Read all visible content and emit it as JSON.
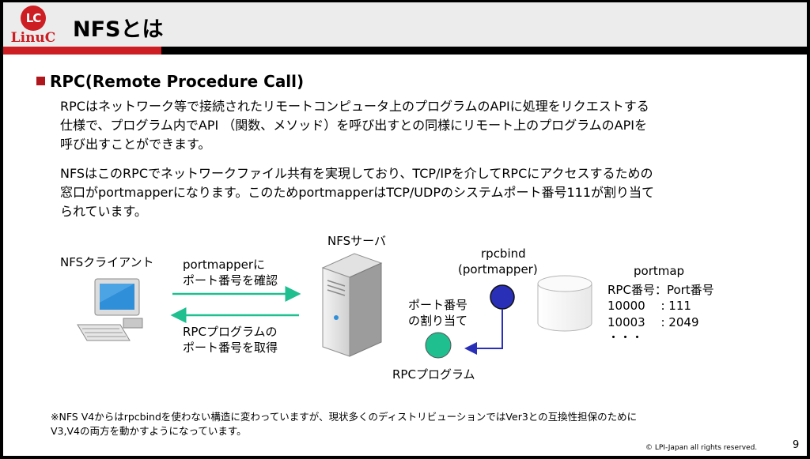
{
  "header": {
    "logo_badge": "LC",
    "logo_text": "LinuC",
    "title": "NFSとは"
  },
  "section": {
    "heading": "RPC(Remote Procedure Call)"
  },
  "paragraph1": [
    "RPCはネットワーク等で接続されたリモートコンピュータ上のプログラムのAPIに処理をリクエストする",
    "仕様で、プログラム内でAPI （関数、メソッド）を呼び出すとの同様にリモート上のプログラムのAPIを",
    "呼び出すことができます。"
  ],
  "paragraph2": [
    "NFSはこのRPCでネットワークファイル共有を実現しており、TCP/IPを介してRPCにアクセスするための",
    "窓口がportmapperになります。このためportmapperはTCP/UDPのシステムポート番号111が割り当て",
    "られています。"
  ],
  "diagram": {
    "client_label": "NFSクライアント",
    "server_label": "NFSサーバ",
    "arrow_right_label": [
      "portmapperに",
      "ポート番号を確認"
    ],
    "arrow_left_label": [
      "RPCプログラムの",
      "ポート番号を取得"
    ],
    "rpcbind_label": [
      "rpcbind",
      "(portmapper)"
    ],
    "assign_label": [
      "ポート番号",
      "の割り当て"
    ],
    "rpc_program_label": "RPCプログラム",
    "portmap_title": "portmap",
    "portmap_rows": [
      "RPC番号：Port番号",
      "10000　 : 111",
      "10003　 : 2049",
      "・・・"
    ],
    "colors": {
      "arrow_green": "#1fbf8f",
      "rpcbind_node": "#2a2fb8",
      "rpc_program_node": "#1fbf8f",
      "connector": "#2a2fb8"
    }
  },
  "footnote": [
    "※NFS V4からはrpcbindを使わない構造に変わっていますが、現状多くのディストリビューションではVer3との互換性担保のために",
    "V3,V4の両方を動かすようになっています。"
  ],
  "footer": {
    "copyright": "© LPI-Japan  all rights reserved.",
    "page_number": "9"
  }
}
